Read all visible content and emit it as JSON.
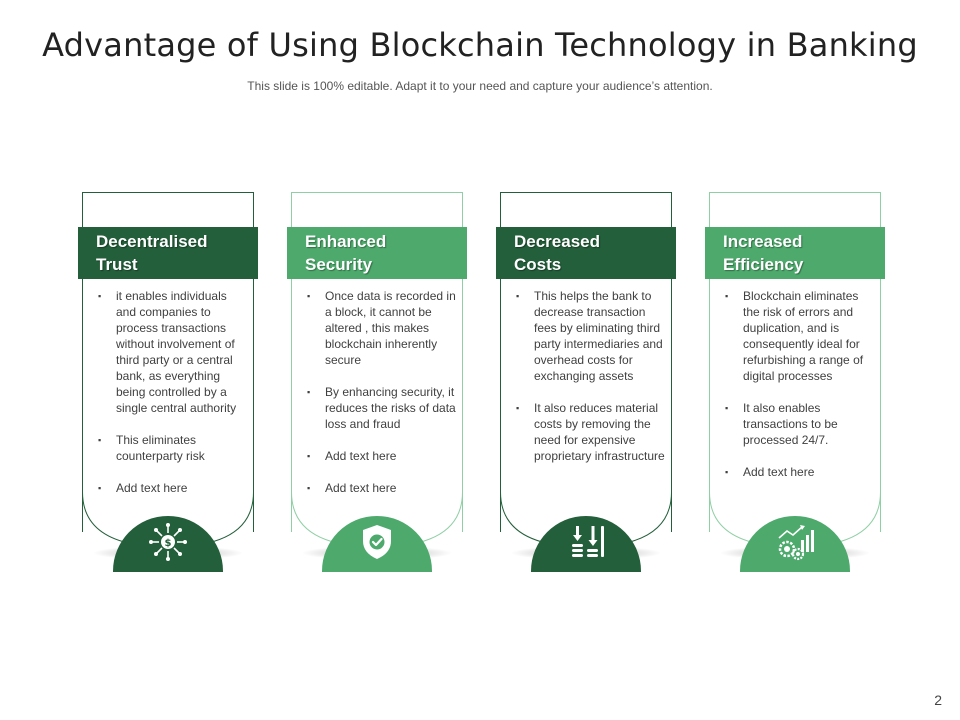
{
  "title": "Advantage of Using Blockchain Technology in Banking",
  "subtitle": "This slide is 100% editable. Adapt it to your need and capture your audience’s attention.",
  "page_number": "2",
  "colors": {
    "dark_green": "#235f3a",
    "light_green": "#4daa6c",
    "outline_dark": "#235f3a",
    "outline_light": "#8fcfa4"
  },
  "cards": [
    {
      "heading_line1": "Decentralised",
      "heading_line2": "Trust",
      "icon": "network-dollar-icon",
      "bullets": [
        "it enables individuals and companies to process transactions without involvement of third party or a central bank, as everything being controlled by a single central authority",
        "This eliminates counterparty risk",
        "Add text here"
      ]
    },
    {
      "heading_line1": "Enhanced",
      "heading_line2": "Security",
      "icon": "shield-check-icon",
      "bullets": [
        "Once data is recorded in a block, it cannot be altered , this makes blockchain inherently secure",
        "By enhancing security, it reduces the risks of data loss and fraud",
        "Add text here",
        "Add text here"
      ]
    },
    {
      "heading_line1": "Decreased",
      "heading_line2": "Costs",
      "icon": "coins-down-arrows-icon",
      "bullets": [
        "This helps the bank to decrease transaction fees by eliminating third party intermediaries and overhead costs for exchanging assets",
        "It also reduces material costs by removing the need for expensive proprietary infrastructure"
      ]
    },
    {
      "heading_line1": "Increased",
      "heading_line2": "Efficiency",
      "icon": "gears-chart-icon",
      "bullets": [
        "Blockchain eliminates the risk of errors and duplication, and is consequently ideal for refurbishing a range of digital processes",
        "It also enables transactions to be processed 24/7.",
        "Add text here"
      ]
    }
  ]
}
